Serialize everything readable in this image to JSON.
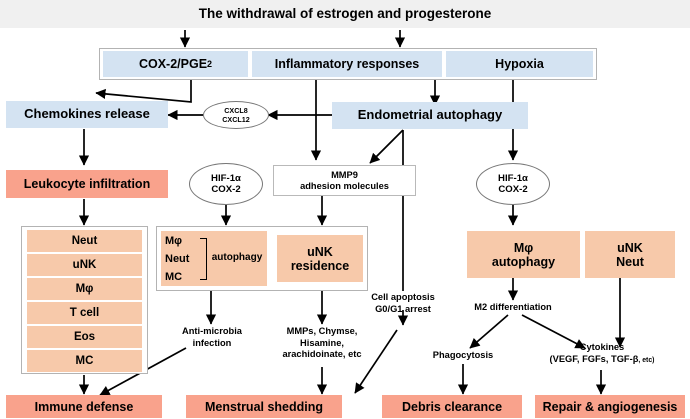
{
  "diagram": {
    "title": "The withdrawal of estrogen and progesterone",
    "top_row": {
      "cox2": "COX-2/PGE",
      "cox2_sub": "2",
      "inflammatory": "Inflammatory responses",
      "hypoxia": "Hypoxia"
    },
    "level2": {
      "chemokines": "Chemokines release",
      "endometrial_autophagy": "Endometrial autophagy",
      "cxcl_line1": "CXCL8",
      "cxcl_line2": "CXCL12"
    },
    "level3": {
      "leukocyte": "Leukocyte infiltration",
      "hif_left_line1": "HIF-1α",
      "hif_left_line2": "COX-2",
      "hif_right_line1": "HIF-1α",
      "hif_right_line2": "COX-2",
      "mmp9_line1": "MMP9",
      "mmp9_line2": "adhesion molecules"
    },
    "cell_list": [
      "Neut",
      "uNK",
      "Mφ",
      "T cell",
      "Eos",
      "MC"
    ],
    "autophagy_group": {
      "cells": [
        "Mφ",
        "Neut",
        "MC"
      ],
      "label": "autophagy",
      "unk_line1": "uNK",
      "unk_line2": "residence"
    },
    "right_group": {
      "mphi_line1": "Mφ",
      "mphi_line2": "autophagy",
      "unk_line1": "uNK",
      "unk_line2": "Neut"
    },
    "annotations": {
      "anti_microbia_line1": "Anti-microbia",
      "anti_microbia_line2": "infection",
      "mediators_line1": "MMPs, Chymse,",
      "mediators_line2": "Hisamine,",
      "mediators_line3": "arachidoinate, etc",
      "apoptosis_line1": "Cell apoptosis",
      "apoptosis_line2": "G0/G1 arrest",
      "m2": "M2 differentiation",
      "phagocytosis": "Phagocytosis",
      "cytokines_line1": "Cytokines",
      "cytokines_line2_a": "(VEGF, FGFs, TGF-β",
      "cytokines_line2_b": ", etc)"
    },
    "outcomes": [
      "Immune defense",
      "Menstrual shedding",
      "Debris clearance",
      "Repair & angiogenesis"
    ],
    "colors": {
      "banner": "#f0f0f0",
      "blue": "#d4e3f2",
      "salmon": "#f9a28c",
      "peach": "#f7c9aa",
      "frame": "#b3b3b3",
      "arrow": "#000000"
    }
  }
}
